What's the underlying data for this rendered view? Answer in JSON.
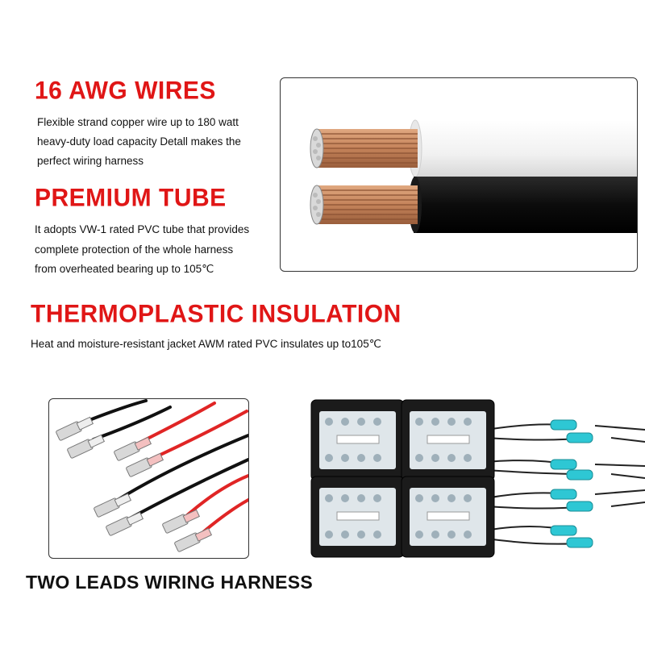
{
  "sections": [
    {
      "title": "16 AWG WIRES",
      "lines": [
        "Flexible strand copper wire up to 180 watt",
        "heavy-duty load capacity Detall makes the",
        "perfect wiring harness"
      ]
    },
    {
      "title": "PREMIUM TUBE",
      "lines": [
        "It adopts VW-1 rated PVC tube that provides",
        "complete protection of the whole harness",
        "from overheated bearing up to 105℃"
      ]
    },
    {
      "title": "THERMOPLASTIC INSULATION",
      "lines": [
        "Heat and moisture-resistant jacket AWM rated PVC insulates up to105℃"
      ]
    }
  ],
  "footer_title": "TWO LEADS WIRING HARNESS",
  "colors": {
    "heading": "#e01616",
    "text": "#111111",
    "copper": "#c98a5c",
    "connector": "#2ec7d4",
    "red_wire": "#e02525",
    "black_wire": "#111111"
  },
  "images": {
    "cable": "copper-wire-cable-cross-section",
    "terminals": "female-spade-terminal-wires",
    "lights": "led-light-pods-with-harness"
  }
}
